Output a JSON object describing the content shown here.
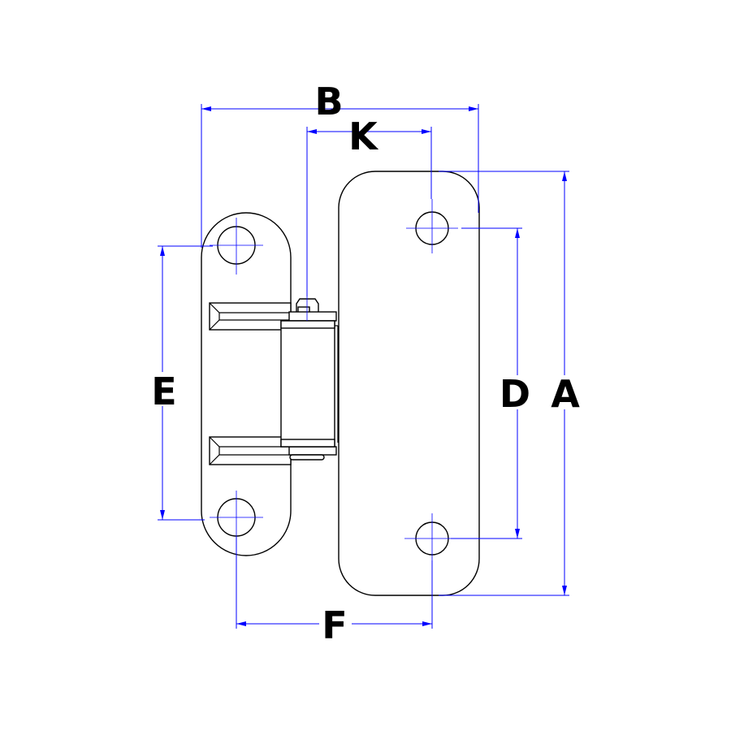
{
  "drawing": {
    "subject": "hinge",
    "line_color": "#000000",
    "dimension_color": "#0000ff",
    "dimensions": {
      "A": "A",
      "B": "B",
      "D": "D",
      "E": "E",
      "F": "F",
      "K": "K"
    }
  }
}
